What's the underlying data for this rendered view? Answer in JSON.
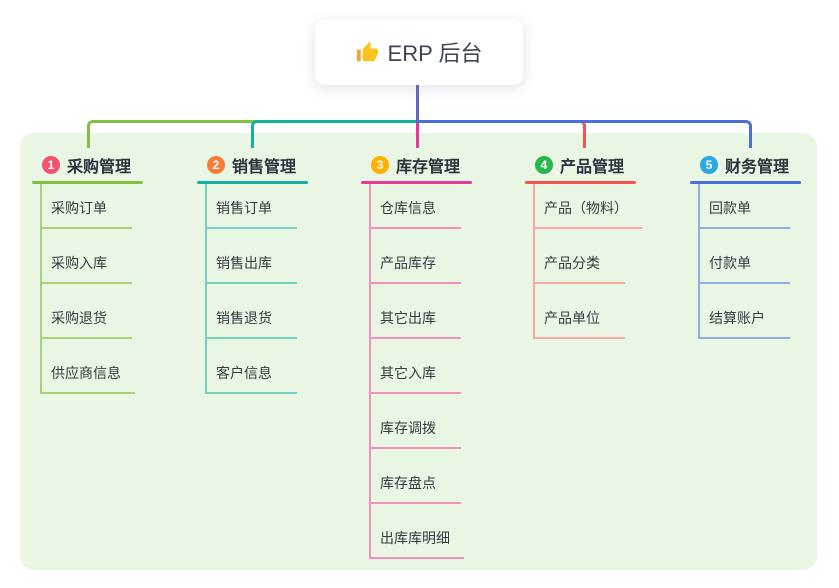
{
  "root": {
    "title": "ERP 后台",
    "icon": "thumbs-up-icon",
    "line_color": "#5C6BC0"
  },
  "canvas": {
    "background": "#FFFFFF",
    "panel_color": "#E9F6E4"
  },
  "branches": [
    {
      "number": "1",
      "label": "采购管理",
      "colors": {
        "badge": "#F1546E",
        "accent": "#7FC241",
        "light": "#A8D178"
      },
      "children": [
        "采购订单",
        "采购入库",
        "采购退货",
        "供应商信息"
      ]
    },
    {
      "number": "2",
      "label": "销售管理",
      "colors": {
        "badge": "#F77E39",
        "accent": "#14B1A3",
        "light": "#74D2C3"
      },
      "children": [
        "销售订单",
        "销售出库",
        "销售退货",
        "客户信息"
      ]
    },
    {
      "number": "3",
      "label": "库存管理",
      "colors": {
        "badge": "#FFB000",
        "accent": "#E53A97",
        "light": "#F48FBE"
      },
      "children": [
        "仓库信息",
        "产品库存",
        "其它出库",
        "其它入库",
        "库存调拨",
        "库存盘点",
        "出库库明细"
      ]
    },
    {
      "number": "4",
      "label": "产品管理",
      "colors": {
        "badge": "#2BB54E",
        "accent": "#F5534B",
        "light": "#F8A8A0"
      },
      "children": [
        "产品（物料）",
        "产品分类",
        "产品单位"
      ]
    },
    {
      "number": "5",
      "label": "财务管理",
      "colors": {
        "badge": "#2BA9E0",
        "accent": "#4A6EDB",
        "light": "#93ACE4"
      },
      "children": [
        "回款单",
        "付款单",
        "结算账户"
      ]
    }
  ]
}
